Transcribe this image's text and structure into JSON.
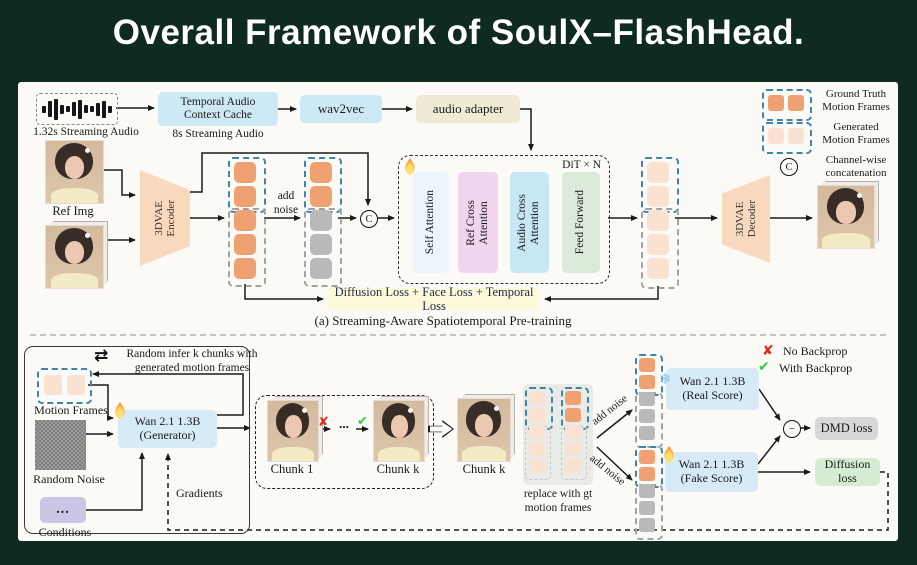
{
  "title": "Overall Framework of SoulX–FlashHead.",
  "a": {
    "audio_label": "1.32s Streaming Audio",
    "cache_text": "Temporal Audio\nContext Cache",
    "cache_sub": "8s Streaming Audio",
    "wav2vec": "wav2vec",
    "audio_adapter": "audio adapter",
    "ref_img": "Ref Img",
    "encoder": "3DVAE\nEncoder",
    "add_noise": "add\nnoise",
    "concat": "C",
    "dit_tag": "DiT × N",
    "dit_blocks": [
      "Self Attention",
      "Ref Cross\nAttention",
      "Audio Cross\nAttention",
      "Feed Forward"
    ],
    "decoder": "3DVAE\nDecoder",
    "loss_bar": "Diffusion Loss + Face Loss + Temporal Loss",
    "caption": "(a) Streaming-Aware Spatiotemporal Pre-training",
    "legend_gt": "Ground Truth\nMotion Frames",
    "legend_gen": "Generated\nMotion Frames",
    "legend_concat_symbol": "C",
    "legend_concat": "Channel-wise\nconcatenation"
  },
  "b": {
    "loop_icon": "⇄",
    "loop_text": "Random infer k chunks with\ngenerated motion frames",
    "motion_frames": "Motion Frames",
    "random_noise": "Random Noise",
    "conditions_dots": "...",
    "conditions": "Conditions",
    "generator": "Wan 2.1 1.3B\n(Generator)",
    "gradients": "Gradients",
    "chunk1": "Chunk 1",
    "chunk_k": "Chunk k",
    "chunk_k_out": "Chunk k",
    "cross": "✘",
    "flow_dots": "...",
    "check": "✔",
    "replace": "replace with gt\nmotion frames",
    "add_noise_1": "add noise",
    "add_noise_2": "add noise",
    "snowflake_char": "❄",
    "real_score": "Wan 2.1 1.3B\n(Real Score)",
    "fake_score": "Wan 2.1 1.3B\n(Fake Score)",
    "minus": "−",
    "dmd_loss": "DMD loss",
    "diffusion_loss": "Diffusion\nloss",
    "no_backprop": "No Backprop",
    "with_backprop": "With Backprop"
  },
  "colors": {
    "background": "#0e2a21",
    "panel": "#fbfaf6",
    "frame_orange": "#f0a172",
    "frame_peach": "#f9e2d1",
    "frame_gray": "#b9b9b9",
    "dashed_blue": "#3f84ad",
    "audio_blue": "#cde9f6",
    "adapter_beige": "#efead4",
    "trapezoid_peach": "#f9d8be",
    "dit_self": "#edf4fb",
    "dit_ref_cross": "#f1d4ed",
    "dit_audio_cross": "#c8e7f5",
    "dit_feed_forward": "#dcead9",
    "loss_yellow": "#fcfadb",
    "model_blue": "#d7eaf7",
    "dmd_gray": "#d8d8d8",
    "diffusion_green": "#d5ecd4",
    "conditions_purple": "#c9c6e6",
    "no_backprop_red": "#e02b1d",
    "with_backprop_green": "#2ecc40"
  }
}
